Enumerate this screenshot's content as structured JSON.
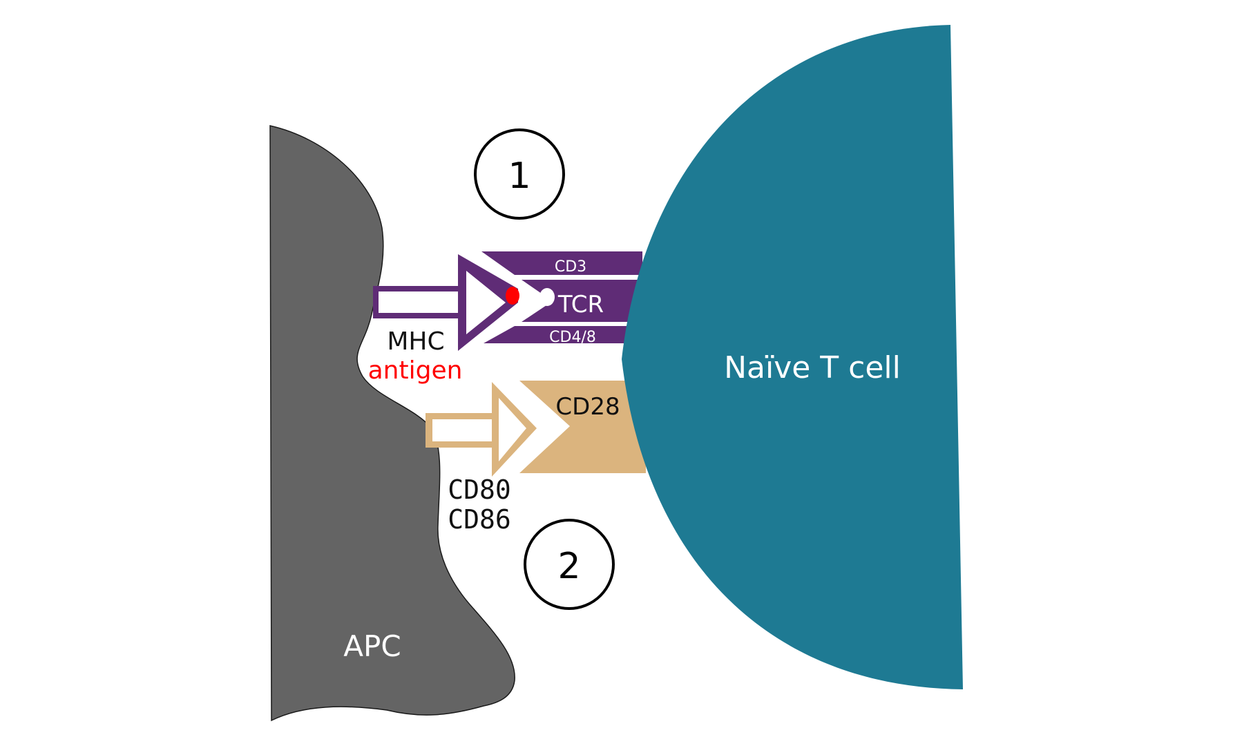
{
  "colors": {
    "apc_fill": "#646464",
    "apc_stroke": "#1a1a1a",
    "tcell_fill": "#1E7A93",
    "purple": "#5F2C76",
    "tan": "#DBB47E",
    "antigen_red": "#FF0000",
    "text_dark": "#111111",
    "text_light": "#FFFFFF"
  },
  "cells": {
    "apc": {
      "label": "APC"
    },
    "tcell": {
      "label": "Naïve T cell"
    }
  },
  "signal_1": {
    "step": "1",
    "mhc_label": "MHC",
    "antigen_label": "antigen",
    "cd3_label": "CD3",
    "tcr_label": "TCR",
    "cd48_label": "CD4/8"
  },
  "signal_2": {
    "step": "2",
    "cd28_label": "CD28",
    "cd80_label": "CD80",
    "cd86_label": "CD86"
  }
}
